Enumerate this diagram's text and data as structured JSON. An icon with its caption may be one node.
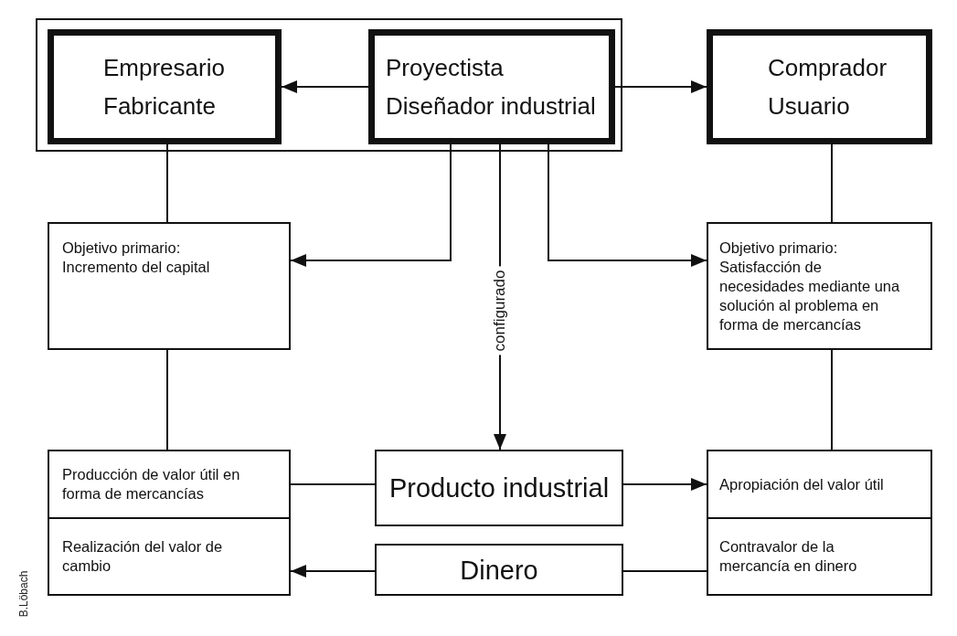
{
  "diagram": {
    "nodes": [
      {
        "text": [],
        "shape": "box"
      },
      {
        "text": [
          "Empresario",
          "Fabricante"
        ],
        "in": 0
      },
      {
        "text": [
          "Proyectista",
          "Diseñador industrial"
        ],
        "in": 0
      },
      {
        "text": [
          "Comprador",
          "Usuario"
        ]
      },
      {
        "text": [
          "Objetivo primario:",
          "Incremento del capital"
        ]
      },
      {
        "text": [
          "Objetivo primario:",
          "Satisfacción de necesidades mediante una solución al problema en forma de mercancías"
        ]
      },
      {
        "text": [
          "Producción de valor útil en forma de mercancías"
        ]
      },
      {
        "text": [
          "Producto industrial"
        ]
      },
      {
        "text": [
          "Apropiación del valor útil"
        ]
      },
      {
        "text": [
          "Realización del valor de cambio"
        ]
      },
      {
        "text": [
          "Dinero"
        ]
      },
      {
        "text": [
          "Contravalor de la mercancía en dinero"
        ]
      }
    ],
    "edges": [
      {
        "from": 2,
        "to": 1,
        "arrow": "to"
      },
      {
        "from": 2,
        "to": 3,
        "arrow": "to"
      },
      {
        "from": 1,
        "to": 4,
        "arrow": "none"
      },
      {
        "from": 2,
        "to": 4,
        "arrow": "to"
      },
      {
        "from": 2,
        "to": 7,
        "arrow": "to",
        "label": "configurado"
      },
      {
        "from": 2,
        "to": 5,
        "arrow": "to"
      },
      {
        "from": 3,
        "to": 5,
        "arrow": "none"
      },
      {
        "from": 4,
        "to": 6,
        "arrow": "none"
      },
      {
        "from": 5,
        "to": 8,
        "arrow": "none"
      },
      {
        "from": 7,
        "to": 6,
        "arrow": "none"
      },
      {
        "from": 7,
        "to": 8,
        "arrow": "to"
      },
      {
        "from": 11,
        "to": 10,
        "arrow": "none"
      },
      {
        "from": 10,
        "to": 9,
        "arrow": "to"
      }
    ],
    "labels": [
      "B.Löbach"
    ]
  }
}
